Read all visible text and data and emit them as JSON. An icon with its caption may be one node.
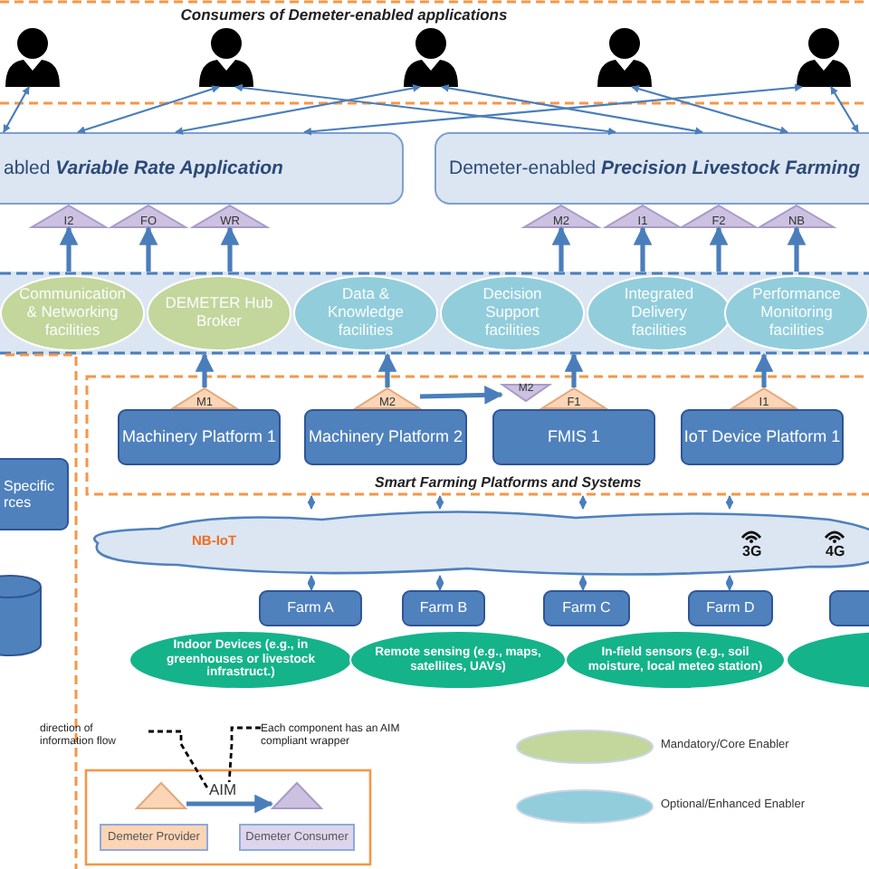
{
  "diagram": {
    "title": "Consumers of Demeter-enabled applications",
    "nodes": [
      {
        "text": [],
        "shape": "person"
      },
      {
        "text": [],
        "shape": "person"
      },
      {
        "text": [],
        "shape": "person"
      },
      {
        "text": [],
        "shape": "person"
      },
      {
        "text": [],
        "shape": "person"
      },
      {
        "text": [
          "abled *Variable Rate Application*"
        ]
      },
      {
        "text": [
          "Demeter-enabled *Precision Livestock Farming*"
        ]
      },
      {
        "text": [
          "I2"
        ]
      },
      {
        "text": [
          "FO"
        ]
      },
      {
        "text": [
          "WR"
        ]
      },
      {
        "text": [
          "M2"
        ]
      },
      {
        "text": [
          "I1"
        ]
      },
      {
        "text": [
          "F2"
        ]
      },
      {
        "text": [
          "NB"
        ]
      },
      {
        "text": [],
        "shape": "box"
      },
      {
        "text": [
          "Communication & Networking facilities"
        ],
        "in": 14
      },
      {
        "text": [
          "DEMETER Hub Broker"
        ],
        "in": 14
      },
      {
        "text": [
          "Data & Knowledge facilities"
        ],
        "in": 14
      },
      {
        "text": [
          "Decision Support facilities"
        ],
        "in": 14
      },
      {
        "text": [
          "Integrated Delivery facilities"
        ],
        "in": 14
      },
      {
        "text": [
          "Performance Monitoring facilities"
        ],
        "in": 14
      },
      {
        "text": [
          "Smart Farming Platforms and Systems"
        ]
      },
      {
        "text": [
          "Machinery Platform 1"
        ],
        "in": 21
      },
      {
        "text": [
          "Machinery Platform 2"
        ],
        "in": 21
      },
      {
        "text": [
          "FMIS 1"
        ],
        "in": 21
      },
      {
        "text": [
          "IoT Device Platform 1"
        ],
        "in": 21
      },
      {
        "text": [
          "M1"
        ],
        "in": 21
      },
      {
        "text": [
          "M2"
        ],
        "in": 21
      },
      {
        "text": [
          "M2"
        ],
        "in": 21
      },
      {
        "text": [
          "F1"
        ],
        "in": 21
      },
      {
        "text": [
          "I1"
        ],
        "in": 21
      },
      {
        "text": [],
        "shape": "box"
      },
      {
        "text": [
          "Specific rces"
        ],
        "in": 31
      },
      {
        "text": [],
        "shape": "cylinder",
        "in": 31
      },
      {
        "text": [
          "NB-IoT",
          "3G",
          "4G"
        ]
      },
      {
        "text": [
          "Farm A"
        ]
      },
      {
        "text": [
          "Farm B"
        ]
      },
      {
        "text": [
          "Farm C"
        ]
      },
      {
        "text": [
          "Farm D"
        ]
      },
      {
        "text": [],
        "shape": "box"
      },
      {
        "text": [
          "Indoor Devices (e.g., in greenhouses or livestock infrastruct.)"
        ]
      },
      {
        "text": [
          "Remote sensing (e.g., maps, satellites, UAVs)"
        ]
      },
      {
        "text": [
          "In-field sensors (e.g., soil moisture, local meteo station)"
        ]
      },
      {
        "text": [],
        "shape": "circle"
      },
      {
        "text": [],
        "shape": "box"
      },
      {
        "text": [],
        "shape": "triangle",
        "in": 44
      },
      {
        "text": [
          "Demeter Provider"
        ],
        "in": 44
      },
      {
        "text": [],
        "shape": "triangle",
        "in": 44
      },
      {
        "text": [
          "Demeter Consumer"
        ],
        "in": 44
      },
      {
        "text": [
          "direction of information flow"
        ]
      },
      {
        "text": [
          "Each component has an AIM compliant wrapper"
        ]
      }
    ],
    "edges": [
      {
        "from": 5,
        "to": 0,
        "arrow": "both"
      },
      {
        "from": 5,
        "to": 1,
        "arrow": "both"
      },
      {
        "from": 5,
        "to": 2,
        "arrow": "both"
      },
      {
        "from": 5,
        "to": 4,
        "arrow": "both"
      },
      {
        "from": 6,
        "to": 1,
        "arrow": "both"
      },
      {
        "from": 6,
        "to": 2,
        "arrow": "both"
      },
      {
        "from": 6,
        "to": 3,
        "arrow": "both"
      },
      {
        "from": 6,
        "to": 4,
        "arrow": "both"
      },
      {
        "from": 14,
        "to": 7,
        "arrow": "to",
        "style": "thick"
      },
      {
        "from": 14,
        "to": 8,
        "arrow": "to",
        "style": "thick"
      },
      {
        "from": 14,
        "to": 9,
        "arrow": "to",
        "style": "thick"
      },
      {
        "from": 14,
        "to": 10,
        "arrow": "to",
        "style": "thick"
      },
      {
        "from": 14,
        "to": 11,
        "arrow": "to",
        "style": "thick"
      },
      {
        "from": 14,
        "to": 12,
        "arrow": "to",
        "style": "thick"
      },
      {
        "from": 14,
        "to": 13,
        "arrow": "to",
        "style": "thick"
      },
      {
        "from": 26,
        "to": 14,
        "arrow": "to",
        "style": "thick"
      },
      {
        "from": 27,
        "to": 14,
        "arrow": "to",
        "style": "thick"
      },
      {
        "from": 29,
        "to": 14,
        "arrow": "to",
        "style": "thick"
      },
      {
        "from": 30,
        "to": 14,
        "arrow": "to",
        "style": "thick"
      },
      {
        "from": 27,
        "to": 28,
        "arrow": "to",
        "style": "thick"
      },
      {
        "from": 21,
        "to": 34,
        "arrow": "both"
      },
      {
        "from": 21,
        "to": 34,
        "arrow": "both"
      },
      {
        "from": 21,
        "to": 34,
        "arrow": "both"
      },
      {
        "from": 21,
        "to": 34,
        "arrow": "both"
      },
      {
        "from": 34,
        "to": 35,
        "arrow": "both"
      },
      {
        "from": 34,
        "to": 36,
        "arrow": "both"
      },
      {
        "from": 34,
        "to": 37,
        "arrow": "both"
      },
      {
        "from": 34,
        "to": 38,
        "arrow": "both"
      },
      {
        "from": 45,
        "to": 47,
        "arrow": "to",
        "label": "AIM",
        "style": "thick"
      },
      {
        "from": 49,
        "to": null,
        "arrow": "none",
        "style": "dashed",
        "color": "#000000"
      },
      {
        "from": 50,
        "to": null,
        "arrow": "none",
        "style": "dashed",
        "color": "#000000"
      }
    ],
    "legend": [
      {
        "text": "Mandatory/Core Enabler",
        "color": "#c3d69b"
      },
      {
        "text": "Optional/Enhanced Enabler",
        "color": "#92cddc"
      }
    ]
  }
}
